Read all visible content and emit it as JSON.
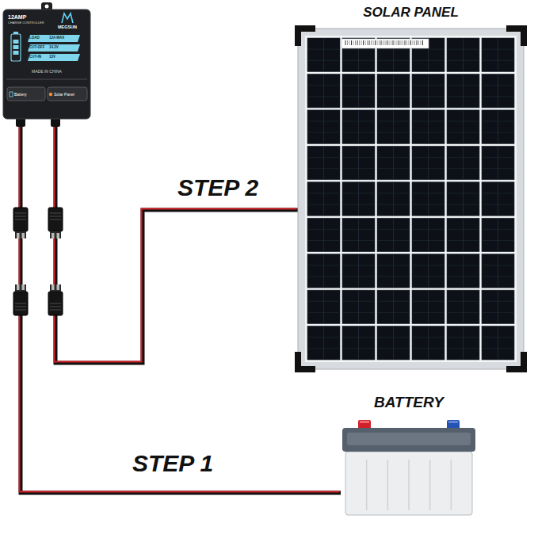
{
  "diagram": {
    "nodes": [
      {
        "text": [
          "12AMP",
          "CHARGE CONTROLLER",
          "MEGSUN",
          "LOAD",
          "12A MAX",
          "CUT-OFF",
          "14.2V",
          "CUT-IN",
          "13V",
          "MADE IN CHINA",
          "Battery",
          "Solar Panel"
        ]
      },
      {
        "text": [
          "SOLAR PANEL"
        ]
      },
      {
        "text": [
          "BATTERY"
        ]
      }
    ],
    "edges": [
      {
        "from": 0,
        "to": 1,
        "arrow": "none",
        "label": "STEP 2"
      },
      {
        "from": 0,
        "to": 2,
        "arrow": "none",
        "label": "STEP 1"
      }
    ]
  }
}
